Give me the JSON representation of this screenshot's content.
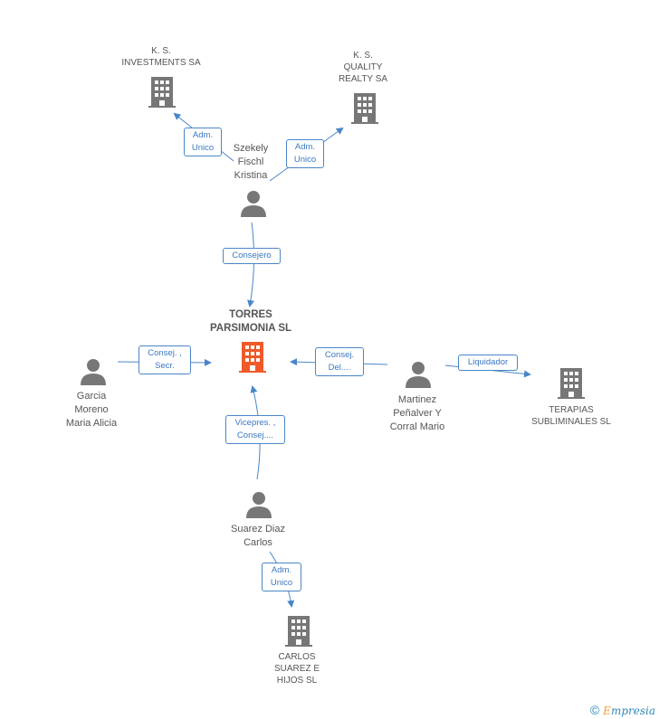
{
  "main_company": {
    "lines": [
      "TORRES",
      "PARSIMONIA SL"
    ],
    "color": "#f05a28"
  },
  "companies": {
    "ks_investments": {
      "lines": [
        "K. S.",
        "INVESTMENTS SA"
      ]
    },
    "ks_quality": {
      "lines": [
        "K. S.",
        "QUALITY",
        "REALTY SA"
      ]
    },
    "terapias": {
      "lines": [
        "TERAPIAS",
        "SUBLIMINALES SL"
      ]
    },
    "carlos_suarez": {
      "lines": [
        "CARLOS",
        "SUAREZ E",
        "HIJOS SL"
      ]
    }
  },
  "persons": {
    "szekely": {
      "lines": [
        "Szekely",
        "Fischl",
        "Kristina"
      ]
    },
    "garcia": {
      "lines": [
        "Garcia",
        "Moreno",
        "Maria Alicia"
      ]
    },
    "martinez": {
      "lines": [
        "Martinez",
        "Peñalver Y",
        "Corral Mario"
      ]
    },
    "suarez": {
      "lines": [
        "Suarez Diaz",
        "Carlos"
      ]
    }
  },
  "relations": {
    "adm_ks_investments": [
      "Adm.",
      "Unico"
    ],
    "adm_ks_quality": [
      "Adm.",
      "Unico"
    ],
    "consejero": [
      "Consejero"
    ],
    "consej_secr": [
      "Consej. ,",
      "Secr."
    ],
    "consej_del": [
      "Consej.",
      "Del...."
    ],
    "liquidador": [
      "Liquidador"
    ],
    "vicepres": [
      "Vicepres. ,",
      "Consej...."
    ],
    "adm_carlos": [
      "Adm.",
      "Unico"
    ]
  },
  "footer": {
    "copyright": "©",
    "brand_initial": "E",
    "brand_rest": "mpresia"
  },
  "colors": {
    "edge": "#4a86c8",
    "icon_gray": "#777777",
    "accent": "#f05a28"
  }
}
